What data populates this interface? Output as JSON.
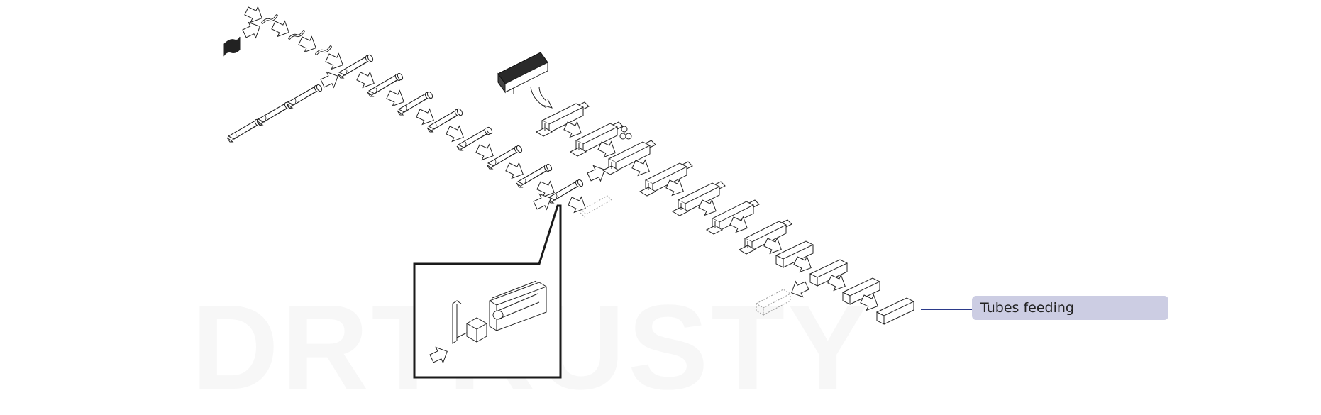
{
  "diagram": {
    "type": "process-flow",
    "description": "Isometric packaging line: tube forming from flat material, tubes fed into cartons, cartons folded and closed",
    "stages": [
      {
        "name": "flat-material-supply",
        "count": 1
      },
      {
        "name": "strip-forming",
        "count": 3
      },
      {
        "name": "tube-rolling",
        "count": 9
      },
      {
        "name": "carton-blank-magazine",
        "count": 1
      },
      {
        "name": "carton-erecting",
        "count": 6
      },
      {
        "name": "carton-closing",
        "count": 6
      },
      {
        "name": "tubes-feeding-detail",
        "count": 1
      }
    ],
    "watermark": "DRTRUSTY",
    "colors": {
      "line": "#1a1a1a",
      "callout_bg": "#cccde3",
      "callout_line": "#2b3a8a",
      "dashed": "#9a9a9a"
    }
  },
  "callout": {
    "label": "Tubes feeding"
  }
}
